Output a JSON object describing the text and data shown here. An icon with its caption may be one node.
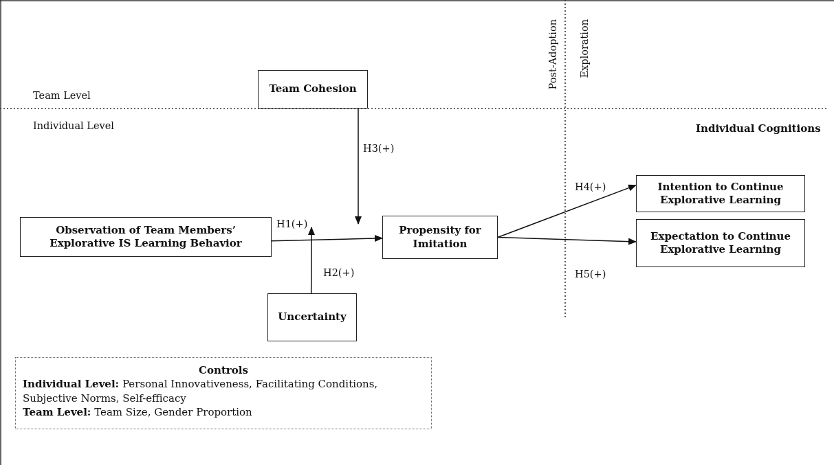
{
  "diagram": {
    "nodes": [
      {
        "text": [
          "Team Cohesion"
        ]
      },
      {
        "text": [
          "Observation of Team Members’ Explorative IS Learning Behavior"
        ]
      },
      {
        "text": [
          "Propensity for Imitation"
        ]
      },
      {
        "text": [
          "Uncertainty"
        ]
      },
      {
        "text": [
          "Intention to Continue Explorative Learning"
        ]
      },
      {
        "text": [
          "Expectation to Continue Explorative Learning"
        ]
      },
      {
        "text": [
          "Controls",
          "**Individual Level:** Personal Innovativeness, Facilitating Conditions, Subjective Norms, Self-efficacy",
          "**Team Level:** Team Size, Gender Proportion"
        ]
      }
    ],
    "edges": [
      {
        "from": 1,
        "to": 2,
        "arrow": "to",
        "label": "H1(+)"
      },
      {
        "from": 0,
        "to": null,
        "arrow": "to",
        "label": "H3(+)"
      },
      {
        "from": 3,
        "to": null,
        "arrow": "to",
        "label": "H2(+)"
      },
      {
        "from": 2,
        "to": 4,
        "arrow": "to",
        "label": "H4(+)"
      },
      {
        "from": 2,
        "to": 5,
        "arrow": "to",
        "label": "H5(+)"
      }
    ],
    "labels": [
      "Post-Adoption",
      "Exploration",
      "Team Level",
      "Individual Level",
      "Individual Cognitions"
    ]
  }
}
